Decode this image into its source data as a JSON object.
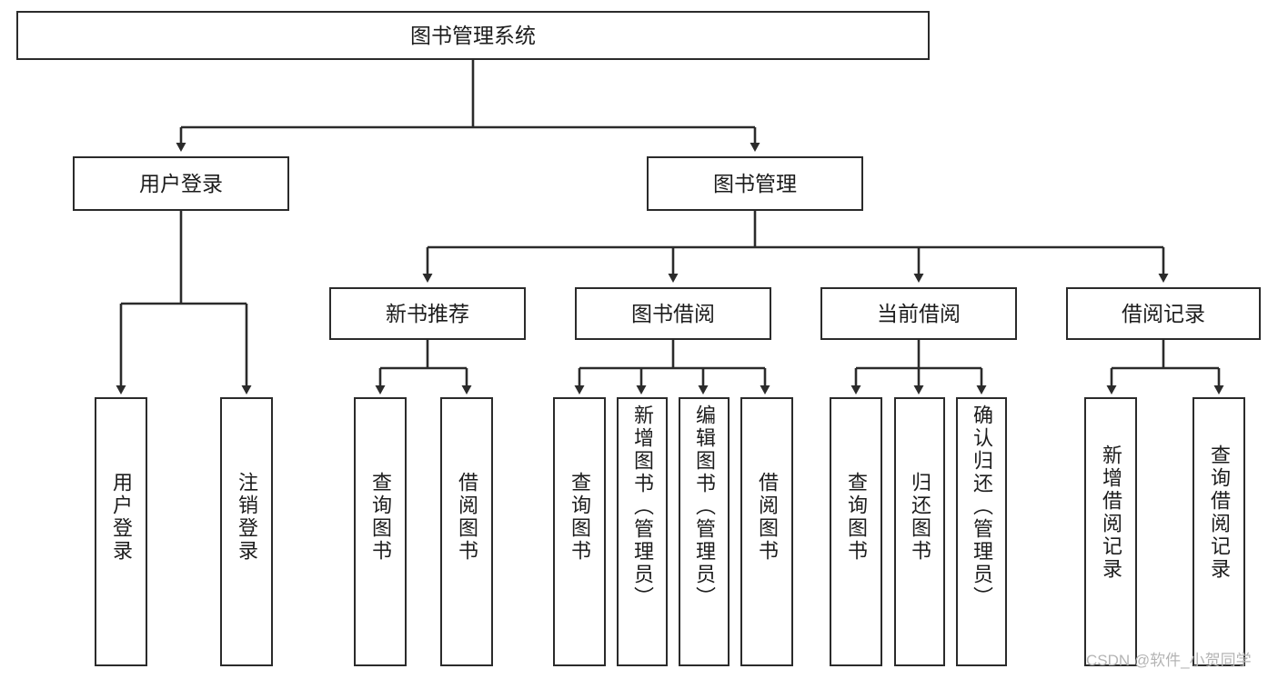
{
  "diagram": {
    "title_node": {
      "label": "图书管理系统"
    },
    "level2": [
      {
        "id": "user-login",
        "label": "用户登录"
      },
      {
        "id": "book-management",
        "label": "图书管理"
      }
    ],
    "level3": [
      {
        "id": "new-book-recommend",
        "label": "新书推荐"
      },
      {
        "id": "book-borrow",
        "label": "图书借阅"
      },
      {
        "id": "current-borrow",
        "label": "当前借阅"
      },
      {
        "id": "borrow-record",
        "label": "借阅记录"
      }
    ],
    "leaves": [
      {
        "id": "leaf-user-login",
        "label": "用户登录"
      },
      {
        "id": "leaf-logout-login",
        "label": "注销登录"
      },
      {
        "id": "leaf-query-book-1",
        "label": "查询图书"
      },
      {
        "id": "leaf-borrow-book-1",
        "label": "借阅图书"
      },
      {
        "id": "leaf-query-book-2",
        "label": "查询图书"
      },
      {
        "id": "leaf-add-book",
        "label": "新增图书（管理员）"
      },
      {
        "id": "leaf-edit-book",
        "label": "编辑图书（管理员）"
      },
      {
        "id": "leaf-borrow-book-2",
        "label": "借阅图书"
      },
      {
        "id": "leaf-query-book-3",
        "label": "查询图书"
      },
      {
        "id": "leaf-return-book",
        "label": "归还图书"
      },
      {
        "id": "leaf-confirm-return",
        "label": "确认归还（管理员）"
      },
      {
        "id": "leaf-add-borrow-record",
        "label": "新增借阅记录"
      },
      {
        "id": "leaf-query-borrow-record",
        "label": "查询借阅记录"
      }
    ],
    "watermark": "CSDN @软件_小贺同学",
    "colors": {
      "stroke": "#2b2b2b",
      "background": "#ffffff",
      "text": "#1c1c1c",
      "watermark": "#b4b4b4"
    }
  }
}
